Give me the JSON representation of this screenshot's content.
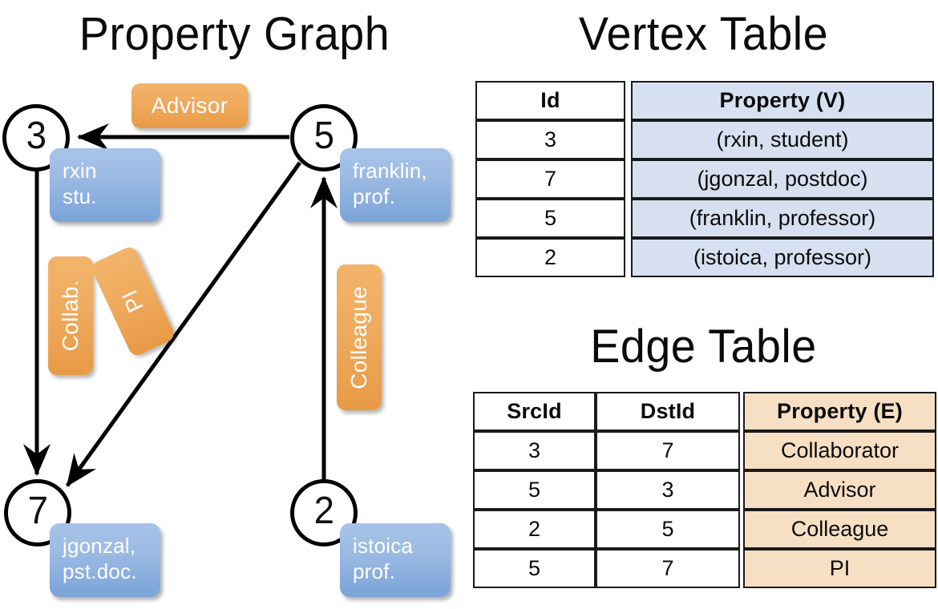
{
  "titles": {
    "property_graph": "Property Graph",
    "vertex_table": "Vertex Table",
    "edge_table": "Edge Table"
  },
  "graph": {
    "nodes": [
      {
        "id": "3",
        "label": "3",
        "property_text": "rxin\nstu."
      },
      {
        "id": "5",
        "label": "5",
        "property_text": "franklin,\nprof."
      },
      {
        "id": "7",
        "label": "7",
        "property_text": "jgonzal,\npst.doc."
      },
      {
        "id": "2",
        "label": "2",
        "property_text": "istoica\nprof."
      }
    ],
    "edge_labels": {
      "advisor": "Advisor",
      "collab": "Collab.",
      "pi": "PI",
      "colleague": "Colleague"
    },
    "edges": [
      {
        "src": "5",
        "dst": "3",
        "label": "Advisor"
      },
      {
        "src": "3",
        "dst": "7",
        "label": "Collab."
      },
      {
        "src": "5",
        "dst": "7",
        "label": "PI"
      },
      {
        "src": "2",
        "dst": "5",
        "label": "Colleague"
      }
    ]
  },
  "vertex_table": {
    "headers": [
      "Id",
      "Property (V)"
    ],
    "rows": [
      {
        "id": "3",
        "property": "(rxin, student)"
      },
      {
        "id": "7",
        "property": "(jgonzal, postdoc)"
      },
      {
        "id": "5",
        "property": "(franklin, professor)"
      },
      {
        "id": "2",
        "property": "(istoica, professor)"
      }
    ]
  },
  "edge_table": {
    "headers": [
      "SrcId",
      "DstId",
      "Property (E)"
    ],
    "rows": [
      {
        "src": "3",
        "dst": "7",
        "property": "Collaborator"
      },
      {
        "src": "5",
        "dst": "3",
        "property": "Advisor"
      },
      {
        "src": "2",
        "dst": "5",
        "property": "Colleague"
      },
      {
        "src": "5",
        "dst": "7",
        "property": "PI"
      }
    ]
  },
  "colors": {
    "vertex_property_fill": "#d6e0f0",
    "edge_property_fill": "#f7dfc4",
    "node_callout_blue": "#9cbbe4",
    "edge_callout_orange": "#efab5e",
    "stroke": "#000000",
    "background": "#ffffff"
  }
}
